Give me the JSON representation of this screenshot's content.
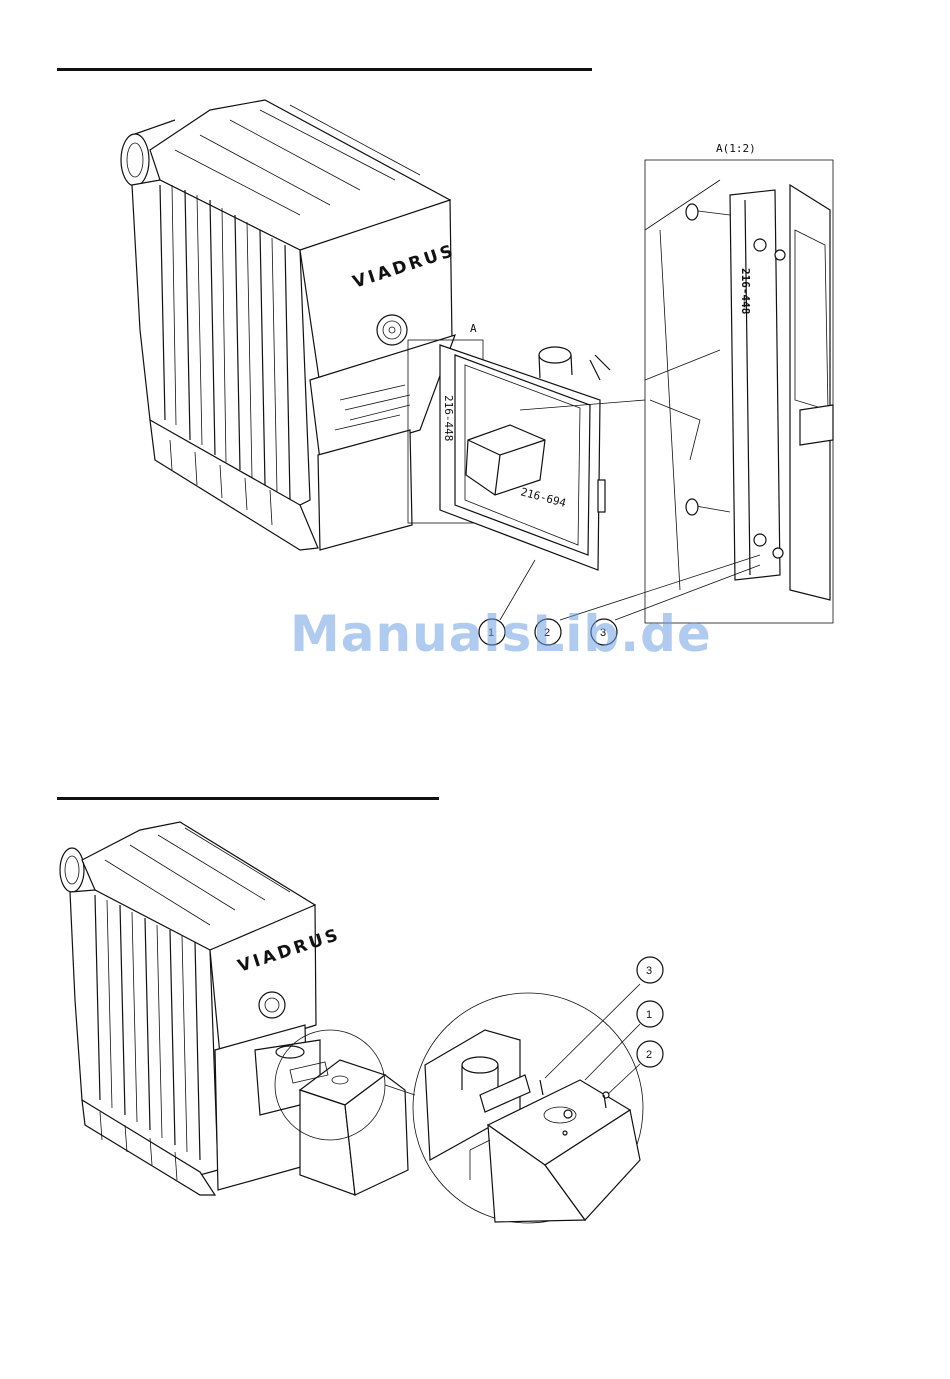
{
  "figure_top": {
    "detail_label": "A",
    "detail_title": "A(1:2)",
    "brand": "VIADRUS",
    "part_code_detail": "216-448",
    "part_code_door": "216-448",
    "part_code_feeder": "216-694",
    "callouts": [
      "1",
      "2",
      "3"
    ]
  },
  "figure_bottom": {
    "brand": "VIADRUS",
    "callouts": [
      "3",
      "1",
      "2"
    ]
  },
  "watermark": "ManualsLib.de"
}
